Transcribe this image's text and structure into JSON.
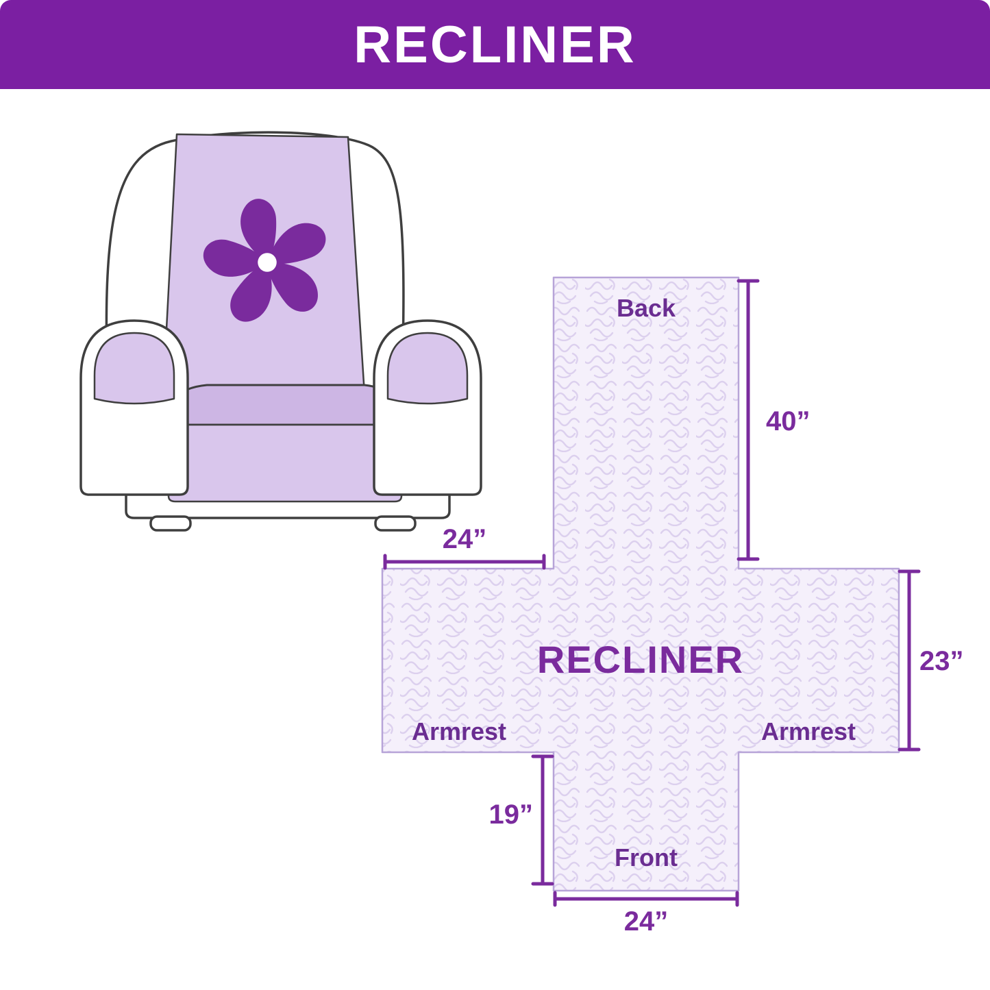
{
  "header": {
    "title": "RECLINER",
    "bg_color": "#7b1fa2",
    "text_color": "#ffffff"
  },
  "chair": {
    "description": "armchair with quilted protective cover illustration",
    "cover_color": "#d9c6ec",
    "cover_color_dark": "#cdb6e4",
    "logo_color": "#7a2b9d",
    "outline_color": "#3f3f3f"
  },
  "diagram": {
    "center_label": "RECLINER",
    "back_label": "Back",
    "front_label": "Front",
    "armrest_left_label": "Armrest",
    "armrest_right_label": "Armrest",
    "dim_back_height": "40”",
    "dim_armrest_width": "24”",
    "dim_side_height": "23”",
    "dim_front_flap": "19”",
    "dim_front_width": "24”",
    "accent_color": "#7a2b9d",
    "label_color": "#6a2d91",
    "fill_color": "#f5f0fb",
    "pattern_color": "#dcd0ee",
    "outline_color": "#b7a4d8"
  }
}
